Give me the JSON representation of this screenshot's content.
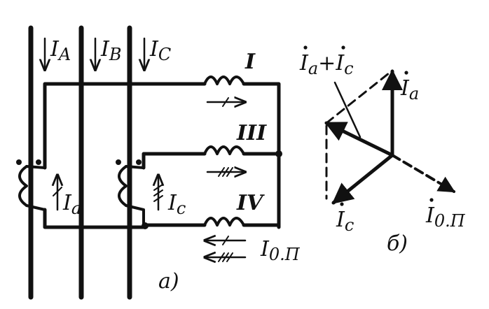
{
  "part_a": {
    "phase_currents": [
      "I",
      "I",
      "I"
    ],
    "phase_subscripts": [
      "A",
      "B",
      "C"
    ],
    "relay_labels": [
      "I",
      "III",
      "IV"
    ],
    "ct_currents": [
      "I",
      "I"
    ],
    "ct_subscripts": [
      "a",
      "c"
    ],
    "zero_seq_label": "I",
    "zero_seq_subscript": "0.П",
    "caption": "a)"
  },
  "part_b": {
    "sum_label_parts": [
      "I",
      "a",
      "+",
      "I",
      "c"
    ],
    "vector_labels": [
      "I",
      "I",
      "I"
    ],
    "vector_subscripts": [
      "a",
      "c",
      "0.П"
    ],
    "caption": "б)"
  }
}
